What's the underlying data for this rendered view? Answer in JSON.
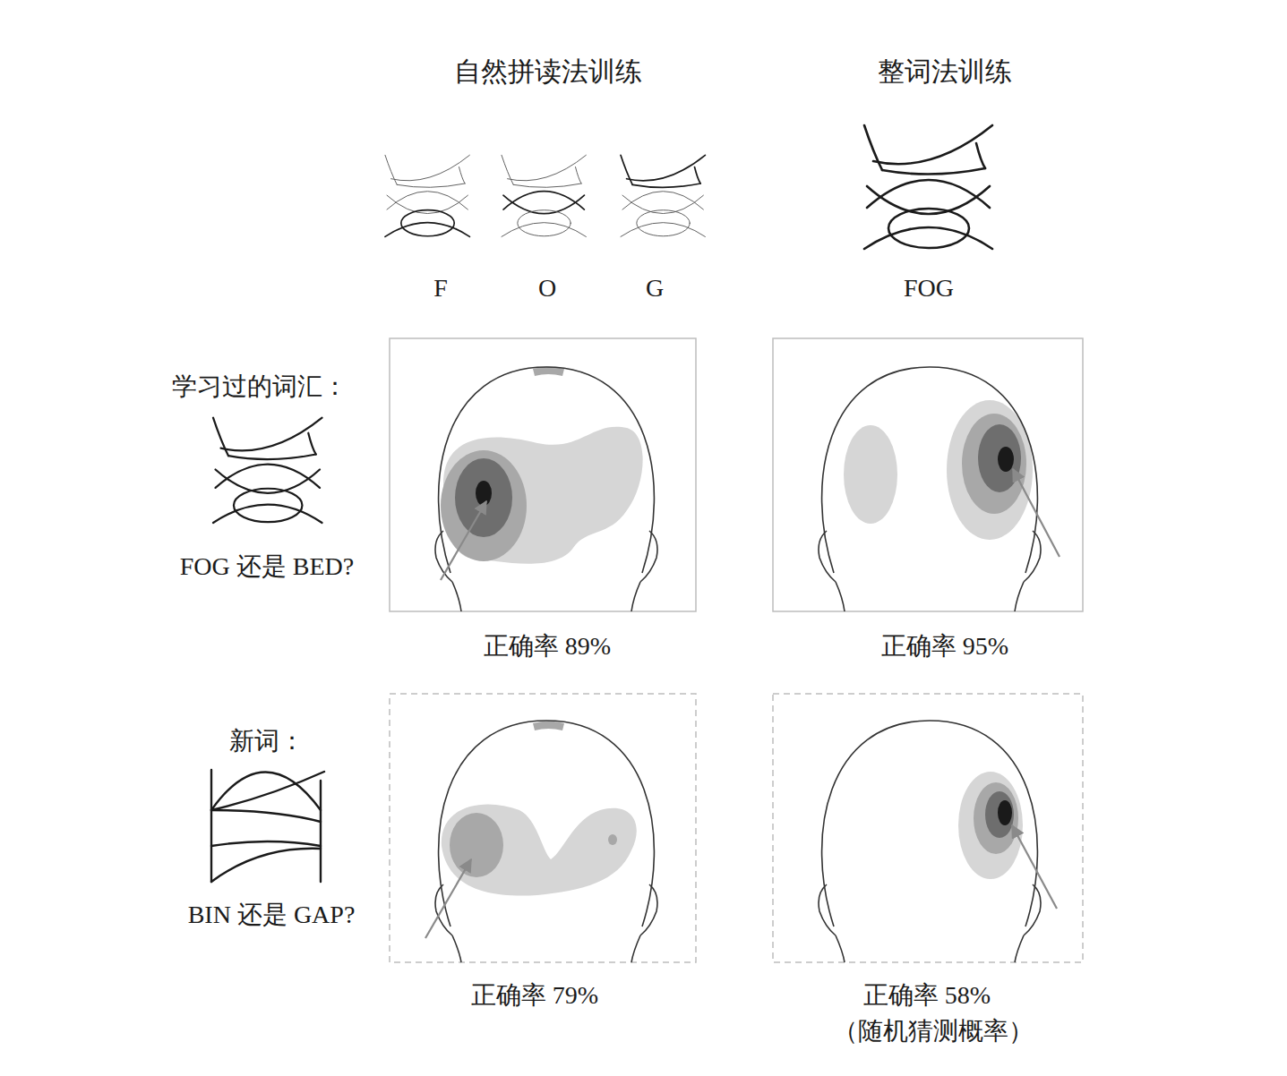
{
  "diagram": {
    "labels": [
      "自然拼读法训练",
      "整词法训练",
      "F",
      "O",
      "G",
      "FOG",
      "学习过的词汇：",
      "FOG 还是 BED?",
      "正确率 89%",
      "正确率 95%",
      "新词：",
      "BIN 还是 GAP?",
      "正确率 79%",
      "正确率 58%",
      "（随机猜测概率）"
    ]
  }
}
